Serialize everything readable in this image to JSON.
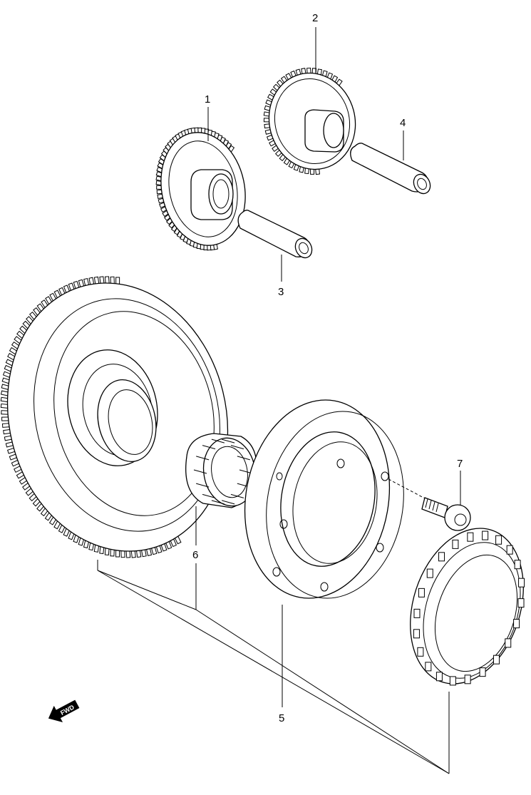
{
  "callouts": {
    "c1": "1",
    "c2": "2",
    "c3": "3",
    "c4": "4",
    "c5": "5",
    "c6": "6",
    "c7": "7"
  },
  "fwd_label": "FWD"
}
